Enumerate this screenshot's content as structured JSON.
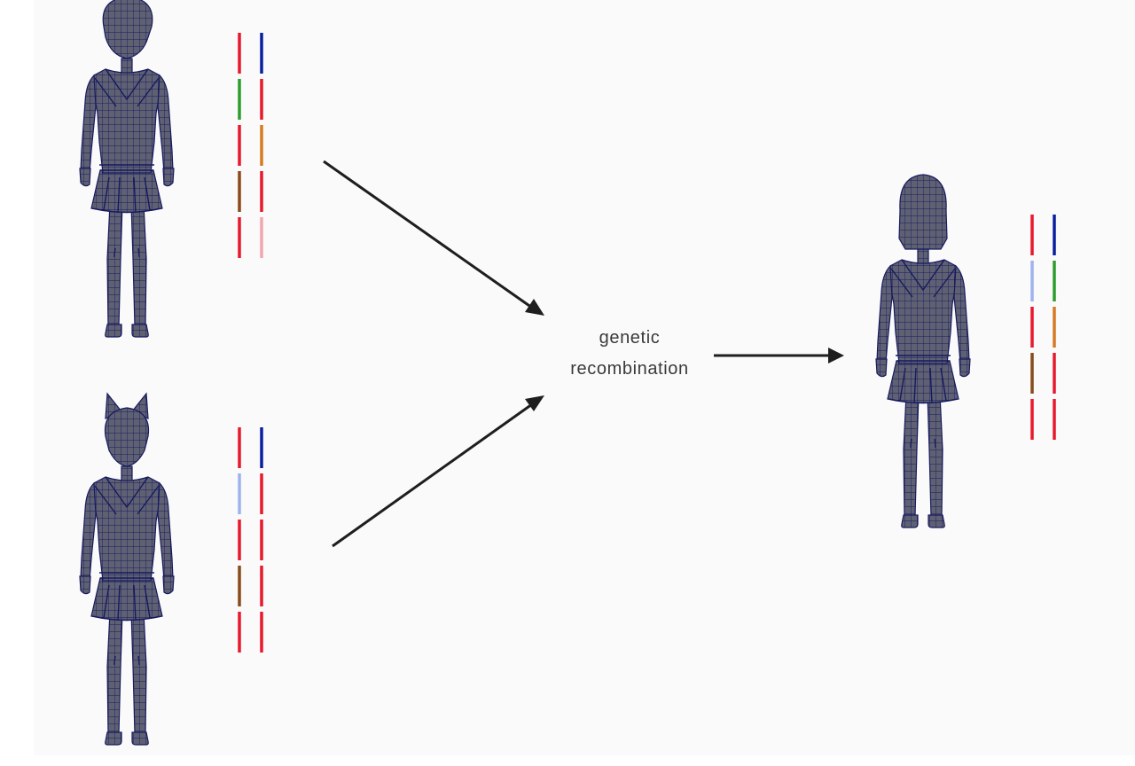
{
  "recombination_label": {
    "line1": "genetic",
    "line2": "recombination"
  },
  "colors": {
    "background": "#fafafa",
    "mesh_fill": "#5f6173",
    "mesh_wire": "#171a5e",
    "arrow": "#1e1e1e",
    "red": "#e8192c",
    "blue": "#0a1fa0",
    "green": "#2e9c2e",
    "orange": "#d77a24",
    "brown": "#8a4b1a",
    "light_red": "#f2a6ae",
    "light_blue": "#9fb2ee"
  },
  "figures": [
    {
      "id": "parent-top",
      "style": "short-hair",
      "genes": [
        [
          "red",
          "blue"
        ],
        [
          "green",
          "red"
        ],
        [
          "red",
          "orange"
        ],
        [
          "brown",
          "red"
        ],
        [
          "red",
          "light_red"
        ]
      ]
    },
    {
      "id": "parent-bottom",
      "style": "cat-ears",
      "genes": [
        [
          "red",
          "blue"
        ],
        [
          "light_blue",
          "red"
        ],
        [
          "red",
          "red"
        ],
        [
          "brown",
          "red"
        ],
        [
          "red",
          "red"
        ]
      ]
    },
    {
      "id": "child",
      "style": "long-hair",
      "genes": [
        [
          "red",
          "blue"
        ],
        [
          "light_blue",
          "green"
        ],
        [
          "red",
          "orange"
        ],
        [
          "brown",
          "red"
        ],
        [
          "red",
          "red"
        ]
      ]
    }
  ]
}
